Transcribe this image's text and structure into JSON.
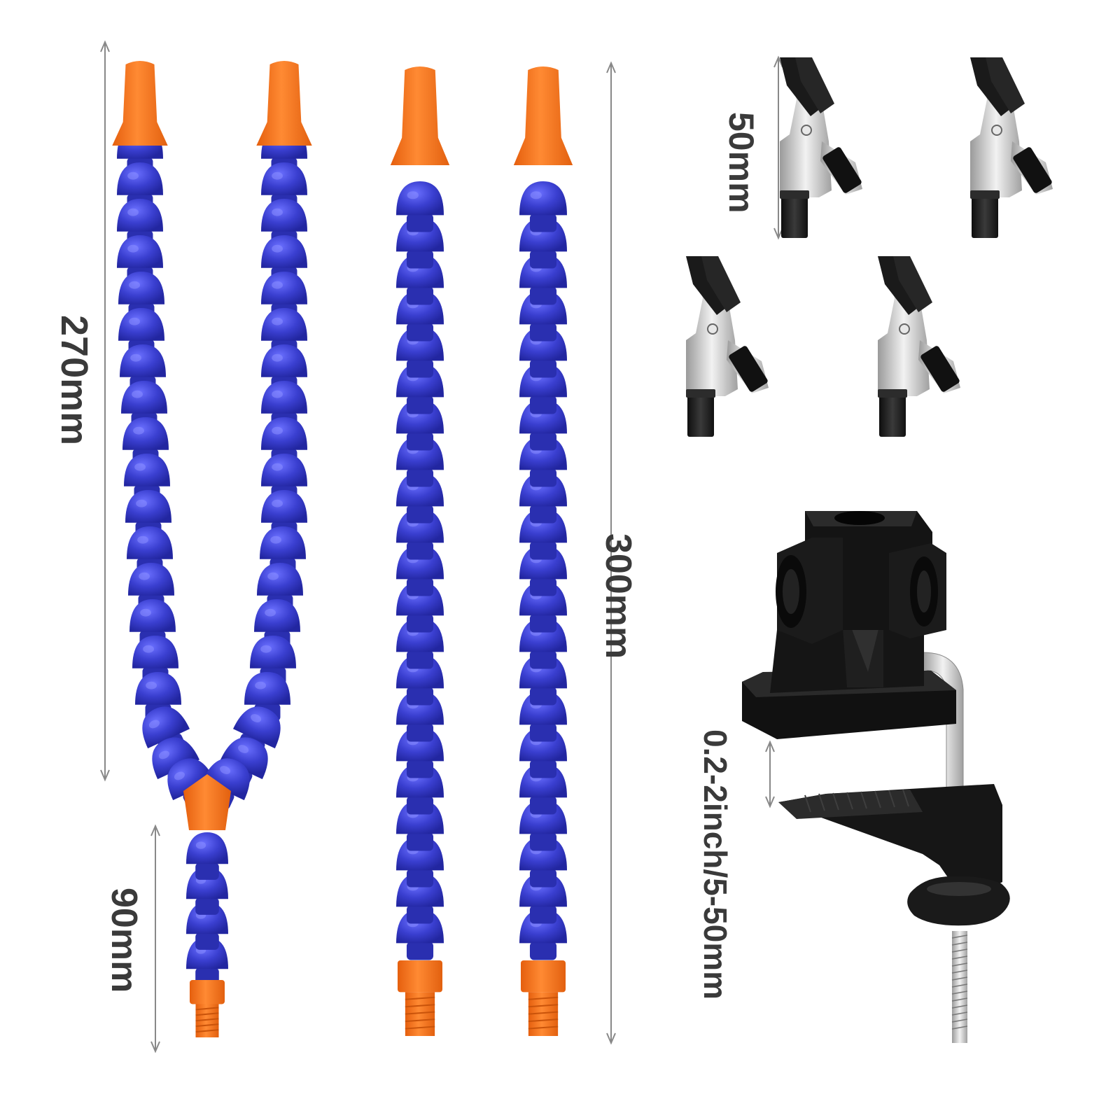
{
  "dimensions": {
    "y_arm_length": "270mm",
    "y_arm_stem_length": "90mm",
    "straight_arm_length": "300mm",
    "clip_length": "50mm",
    "clamp_range": "0.2-2inch/5-50mm"
  },
  "colors": {
    "segment_blue": "#3a3fd0",
    "segment_blue_dark": "#2a2fb0",
    "nozzle_orange": "#f7731e",
    "clip_black": "#1c1c1c",
    "clip_metal": "#c8c8c8",
    "dim_line": "#888888",
    "label_text": "#3a3a3a"
  },
  "components": {
    "flexible_y_arm_count": 1,
    "flexible_straight_arm_count": 2,
    "alligator_clip_count": 4,
    "table_clamp_count": 1
  }
}
